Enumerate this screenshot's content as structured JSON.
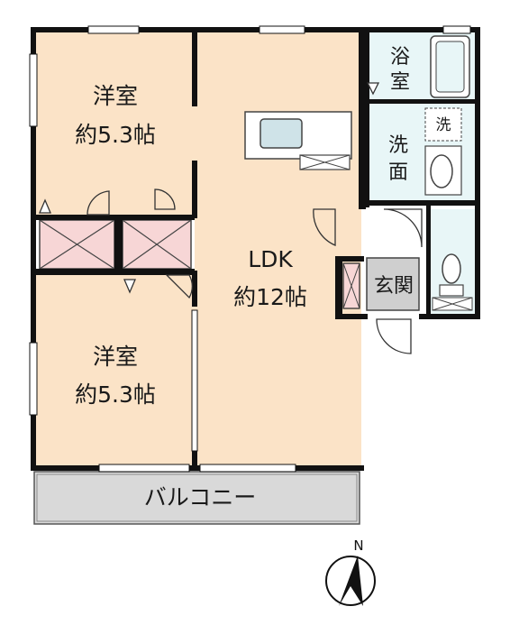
{
  "rooms": {
    "western_room_top": {
      "name": "洋室",
      "size": "約5.3帖"
    },
    "western_room_bottom": {
      "name": "洋室",
      "size": "約5.3帖"
    },
    "ldk": {
      "name": "LDK",
      "size": "約12帖"
    },
    "bath": {
      "label": "浴室"
    },
    "washroom": {
      "label": "洗面"
    },
    "washer_mark": {
      "label": "洗"
    },
    "entrance": {
      "label": "玄関"
    },
    "balcony": {
      "label": "バルコニー"
    }
  },
  "compass": {
    "label": "N"
  },
  "colors": {
    "room_fill": "#fbe3c7",
    "wet_fill": "#e8f6f7",
    "closet_fill": "#f7d6d6",
    "entrance_fill": "#cfcfcf",
    "balcony_fill": "#d9d9d9",
    "wall": "#111111"
  }
}
